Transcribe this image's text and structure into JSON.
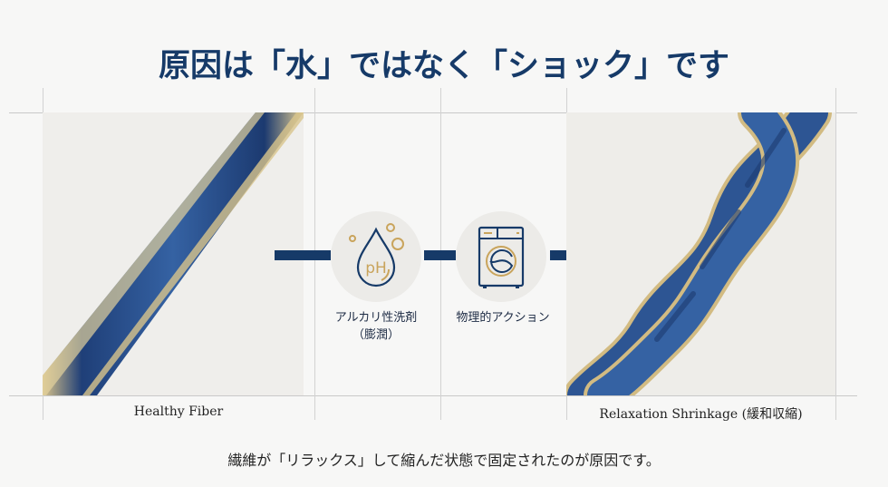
{
  "title": "原因は「水」ではなく「ショック」です",
  "panels": {
    "left_label": "Healthy Fiber",
    "right_label": "Relaxation Shrinkage (緩和収縮)"
  },
  "steps": [
    {
      "icon": "ph-droplet-icon",
      "label_line1": "アルカリ性洗剤",
      "label_line2": "（膨潤）",
      "icon_text": "pH"
    },
    {
      "icon": "washing-machine-icon",
      "label_line1": "物理的アクション"
    }
  ],
  "caption": "繊維が「リラックス」して縮んだ状態で固定されたのが原因です。",
  "colors": {
    "navy": "#163a68",
    "gold": "#c9a45c",
    "fiber_blue": "#2e5796"
  }
}
